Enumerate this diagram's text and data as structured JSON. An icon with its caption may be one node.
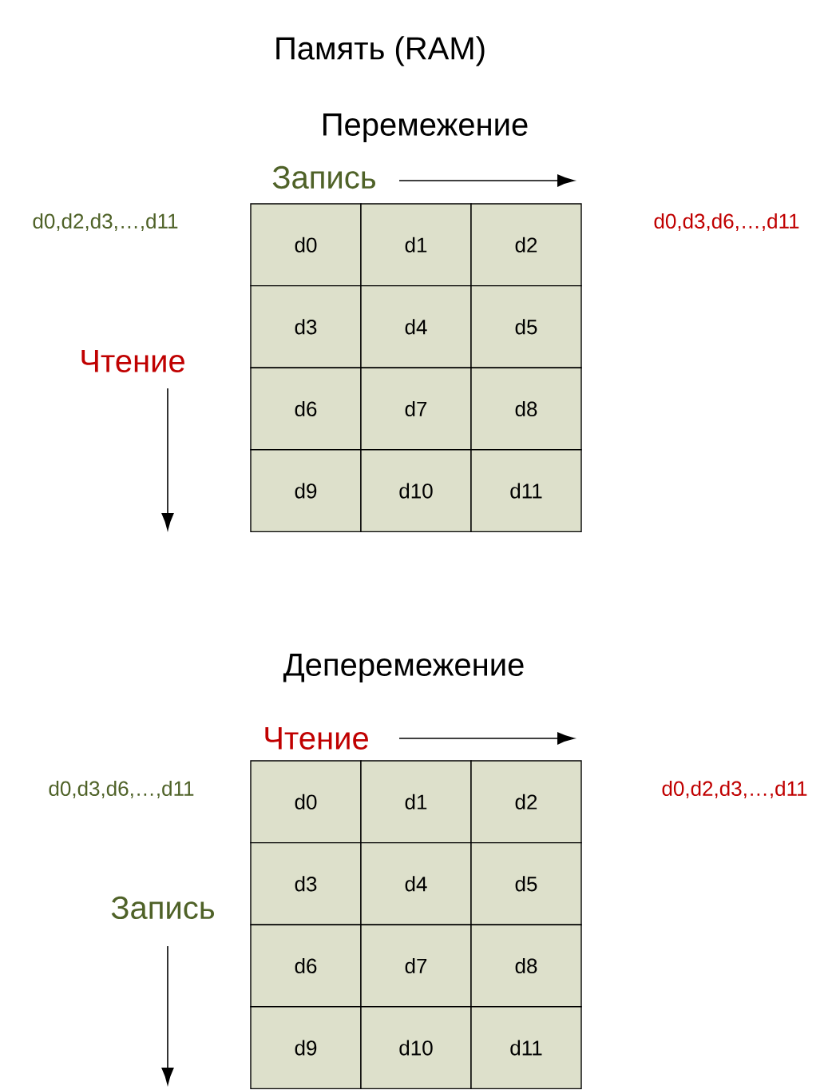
{
  "diagram": {
    "title": "Память (RAM)",
    "nodes": [
      {
        "text": [
          "d0"
        ]
      },
      {
        "text": [
          "d1"
        ]
      },
      {
        "text": [
          "d2"
        ]
      },
      {
        "text": [
          "d3"
        ]
      },
      {
        "text": [
          "d4"
        ]
      },
      {
        "text": [
          "d5"
        ]
      },
      {
        "text": [
          "d6"
        ]
      },
      {
        "text": [
          "d7"
        ]
      },
      {
        "text": [
          "d8"
        ]
      },
      {
        "text": [
          "d9"
        ]
      },
      {
        "text": [
          "d10"
        ]
      },
      {
        "text": [
          "d11"
        ]
      },
      {
        "text": [
          "d0"
        ]
      },
      {
        "text": [
          "d1"
        ]
      },
      {
        "text": [
          "d2"
        ]
      },
      {
        "text": [
          "d3"
        ]
      },
      {
        "text": [
          "d4"
        ]
      },
      {
        "text": [
          "d5"
        ]
      },
      {
        "text": [
          "d6"
        ]
      },
      {
        "text": [
          "d7"
        ]
      },
      {
        "text": [
          "d8"
        ]
      },
      {
        "text": [
          "d9"
        ]
      },
      {
        "text": [
          "d10"
        ]
      },
      {
        "text": [
          "d11"
        ]
      }
    ],
    "labels": [
      "Перемежение",
      "Запись",
      "d0,d2,d3,…,d11",
      "d0,d3,d6,…,d11",
      "Чтение",
      "Деперемежение",
      "Чтение",
      "d0,d3,d6,…,d11",
      "d0,d2,d3,…,d11",
      "Запись"
    ]
  }
}
